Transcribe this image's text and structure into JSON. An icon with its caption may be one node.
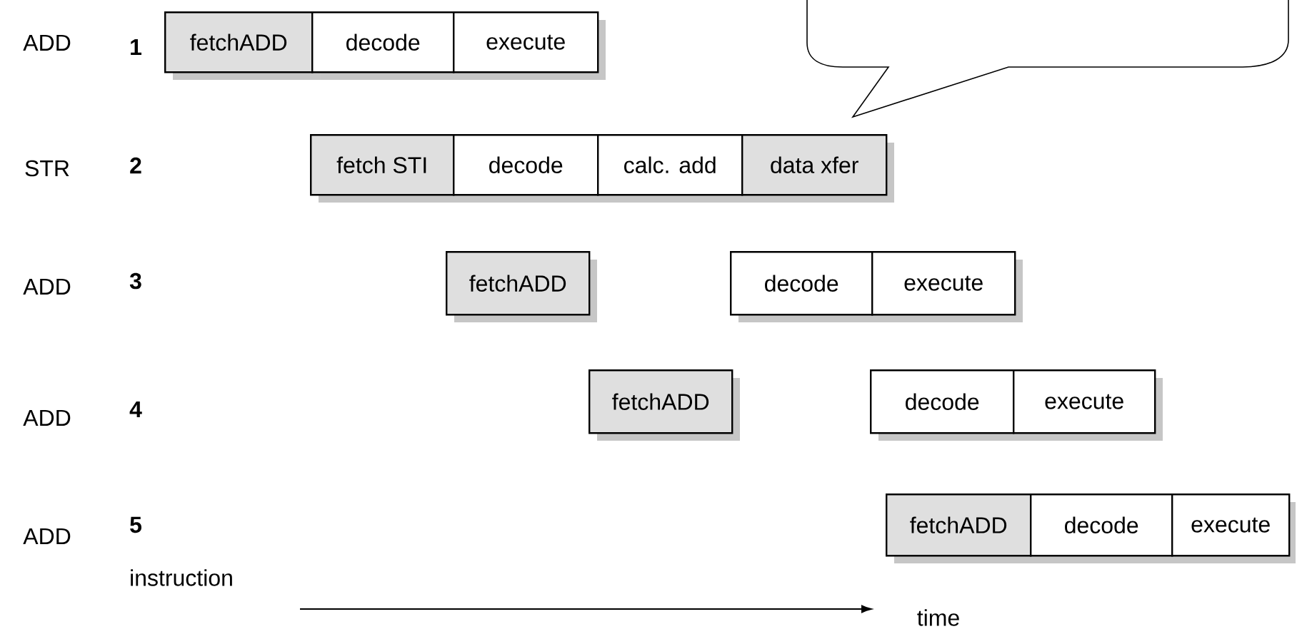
{
  "diagram": {
    "nodes": [
      {
        "text": [
          "fetchADD"
        ]
      },
      {
        "text": [
          "decode"
        ]
      },
      {
        "text": [
          "execute"
        ]
      },
      {
        "text": [
          "fetch STI"
        ]
      },
      {
        "text": [
          "decode"
        ]
      },
      {
        "text": [
          "calc. add"
        ]
      },
      {
        "text": [
          "data xfer"
        ]
      },
      {
        "text": [
          "fetchADD"
        ]
      },
      {
        "text": [
          "decode"
        ]
      },
      {
        "text": [
          "execute"
        ]
      },
      {
        "text": [
          "fetchADD"
        ]
      },
      {
        "text": [
          "decode"
        ]
      },
      {
        "text": [
          "execute"
        ]
      },
      {
        "text": [
          "fetchADD"
        ]
      },
      {
        "text": [
          "decode"
        ]
      },
      {
        "text": [
          "execute"
        ]
      }
    ],
    "edges": [],
    "labels": [
      "ADD",
      "1",
      "STR",
      "2",
      "ADD",
      "3",
      "ADD",
      "4",
      "ADD",
      "5",
      "instruction",
      "time"
    ]
  }
}
